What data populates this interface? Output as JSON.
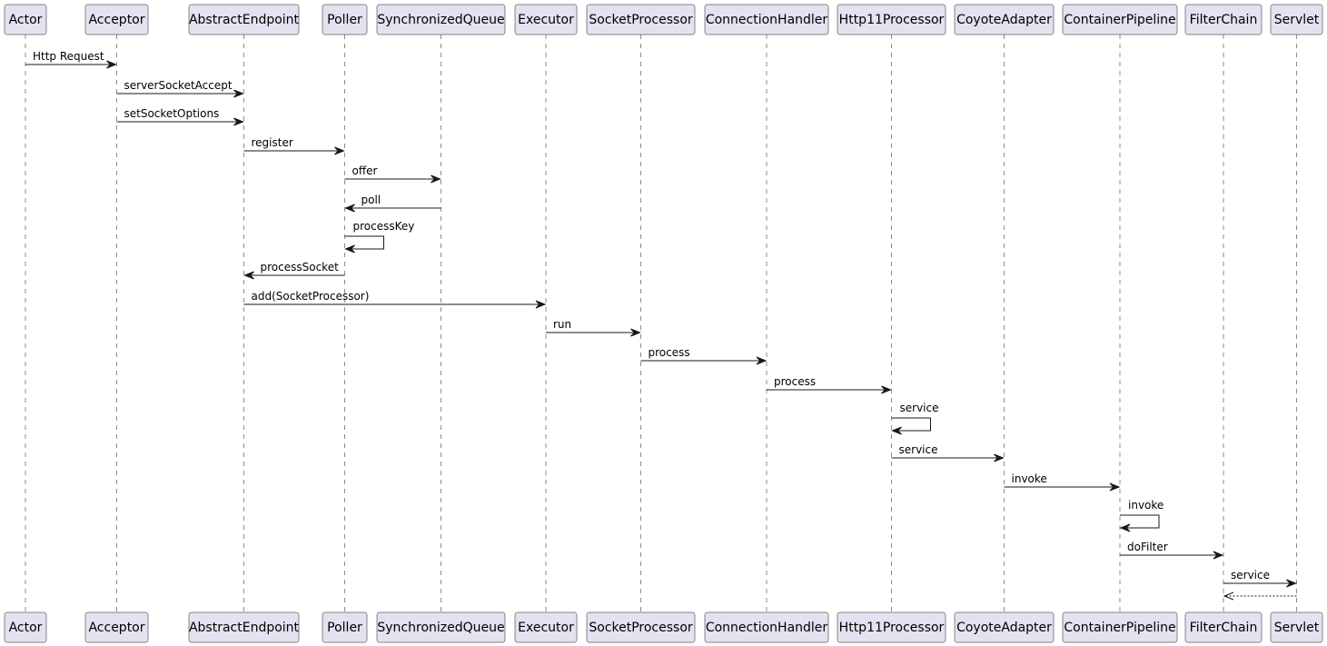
{
  "participants": [
    {
      "name": "Actor"
    },
    {
      "name": "Acceptor"
    },
    {
      "name": "AbstractEndpoint"
    },
    {
      "name": "Poller"
    },
    {
      "name": "SynchronizedQueue"
    },
    {
      "name": "Executor"
    },
    {
      "name": "SocketProcessor"
    },
    {
      "name": "ConnectionHandler"
    },
    {
      "name": "Http11Processor"
    },
    {
      "name": "CoyoteAdapter"
    },
    {
      "name": "ContainerPipeline"
    },
    {
      "name": "FilterChain"
    },
    {
      "name": "Servlet"
    }
  ],
  "messages": [
    {
      "from": 0,
      "to": 1,
      "label": "Http Request"
    },
    {
      "from": 1,
      "to": 2,
      "label": "serverSocketAccept"
    },
    {
      "from": 1,
      "to": 2,
      "label": "setSocketOptions"
    },
    {
      "from": 2,
      "to": 3,
      "label": "register"
    },
    {
      "from": 3,
      "to": 4,
      "label": "offer"
    },
    {
      "from": 4,
      "to": 3,
      "label": "poll"
    },
    {
      "from": 3,
      "to": 3,
      "label": "processKey"
    },
    {
      "from": 3,
      "to": 2,
      "label": "processSocket"
    },
    {
      "from": 2,
      "to": 5,
      "label": "add(SocketProcessor)"
    },
    {
      "from": 5,
      "to": 6,
      "label": "run"
    },
    {
      "from": 6,
      "to": 7,
      "label": "process"
    },
    {
      "from": 7,
      "to": 8,
      "label": "process"
    },
    {
      "from": 8,
      "to": 8,
      "label": "service"
    },
    {
      "from": 8,
      "to": 9,
      "label": "service"
    },
    {
      "from": 9,
      "to": 10,
      "label": "invoke"
    },
    {
      "from": 10,
      "to": 10,
      "label": "invoke"
    },
    {
      "from": 10,
      "to": 11,
      "label": "doFilter"
    },
    {
      "from": 11,
      "to": 12,
      "label": "service"
    },
    {
      "from": 12,
      "to": 11,
      "label": "",
      "return": true
    }
  ]
}
